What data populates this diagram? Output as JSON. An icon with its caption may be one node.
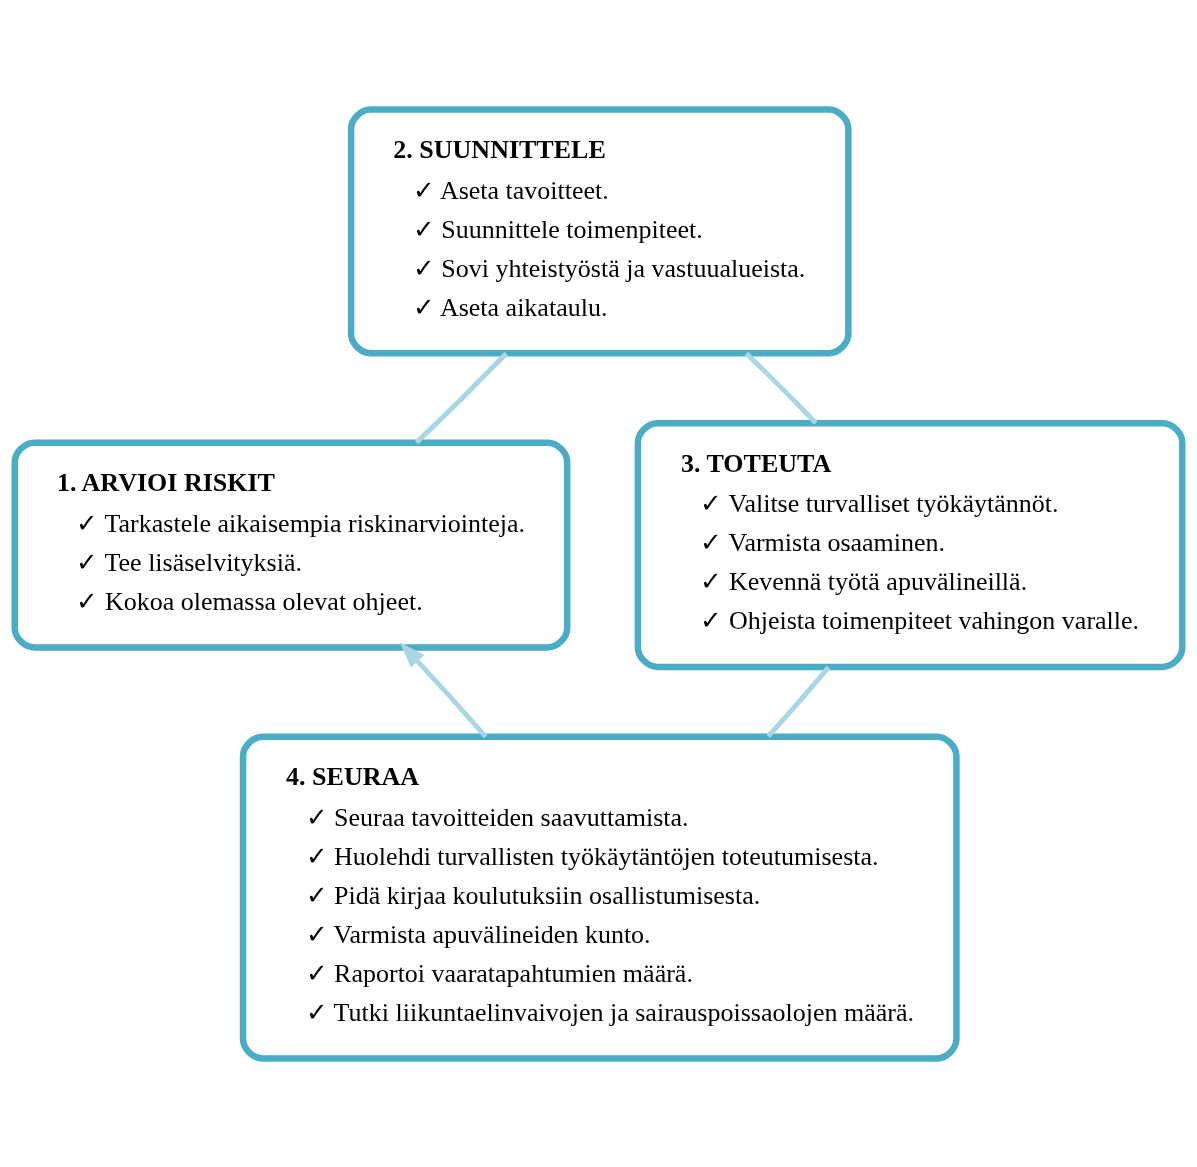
{
  "diagram": {
    "nodes": [
      {
        "text": [
          "1. ARVIOI RISKIT",
          "✓ Tarkastele aikaisempia riskinarviointeja.",
          "✓ Tee lisäselvityksiä.",
          "✓ Kokoa olemassa olevat ohjeet."
        ]
      },
      {
        "text": [
          "2. SUUNNITTELE",
          "✓ Aseta tavoitteet.",
          "✓ Suunnittele toimenpiteet.",
          "✓ Sovi yhteistyöstä ja vastuualueista.",
          "✓ Aseta aikataulu."
        ]
      },
      {
        "text": [
          "3. TOTEUTA",
          "✓ Valitse turvalliset työkäytännöt.",
          "✓ Varmista osaaminen.",
          "✓ Kevennä työtä apuvälineillä.",
          "✓ Ohjeista toimenpiteet vahingon varalle."
        ]
      },
      {
        "text": [
          "4. SEURAA",
          "✓ Seuraa tavoitteiden saavuttamista.",
          "✓ Huolehdi turvallisten työkäytäntöjen toteutumisesta.",
          "✓ Pidä kirjaa koulutuksiin osallistumisesta.",
          "✓ Varmista apuvälineiden kunto.",
          "✓ Raportoi vaaratapahtumien määrä.",
          "✓ Tutki liikuntaelinvaivojen ja sairauspoissaolojen määrä."
        ]
      }
    ],
    "edges": [
      {
        "from": 0,
        "to": 1,
        "arrow": "none",
        "color": "#a9d6e5"
      },
      {
        "from": 1,
        "to": 2,
        "arrow": "none",
        "color": "#a9d6e5"
      },
      {
        "from": 2,
        "to": 3,
        "arrow": "none",
        "color": "#a9d6e5"
      },
      {
        "from": 3,
        "to": 0,
        "arrow": "to",
        "color": "#a9d6e5"
      }
    ]
  }
}
